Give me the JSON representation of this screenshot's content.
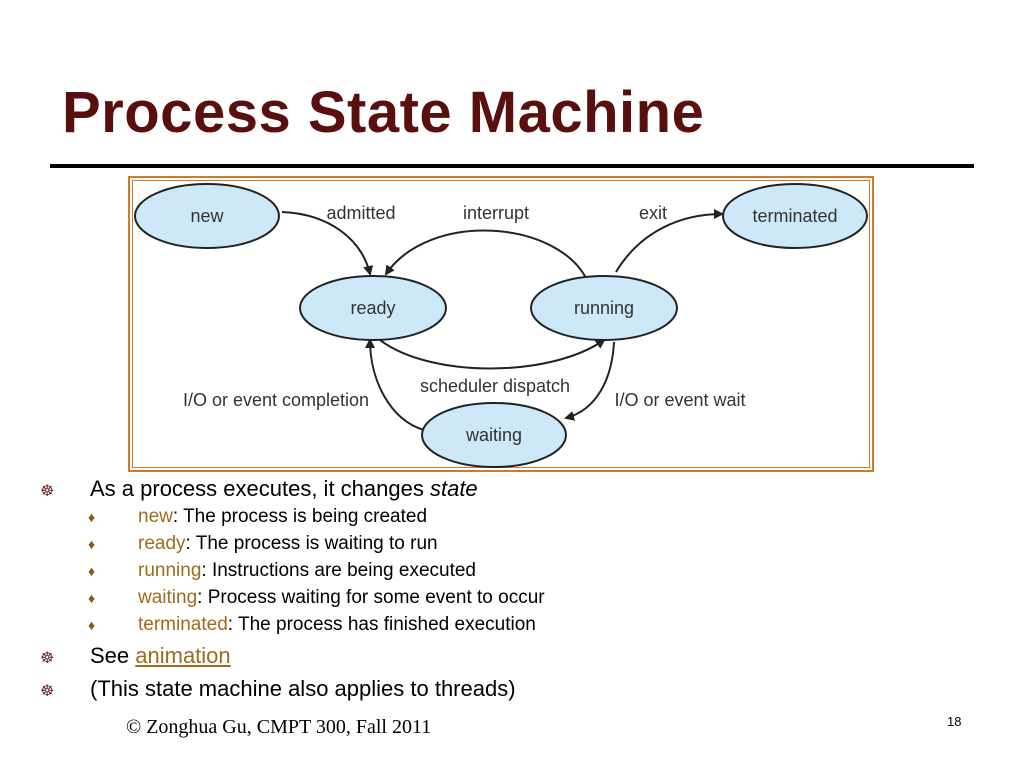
{
  "slide": {
    "title": "Process State Machine",
    "footer": "© Zonghua Gu, CMPT 300, Fall 2011",
    "page_number": "18"
  },
  "diagram": {
    "states": {
      "new": "new",
      "ready": "ready",
      "running": "running",
      "waiting": "waiting",
      "terminated": "terminated"
    },
    "transitions": {
      "admitted": "admitted",
      "interrupt": "interrupt",
      "exit": "exit",
      "scheduler_dispatch": "scheduler dispatch",
      "io_completion": "I/O or event completion",
      "io_wait": "I/O or event wait"
    },
    "colors": {
      "state_fill": "#cde8f8",
      "state_stroke": "#222222",
      "frame": "#d17a2a"
    }
  },
  "bullets": {
    "intro": "As a process executes, it changes ",
    "intro_em": "state",
    "items": [
      {
        "term": "new",
        "desc": ":  The process is being created"
      },
      {
        "term": "ready",
        "desc": ":  The process is waiting to run"
      },
      {
        "term": "running",
        "desc": ":  Instructions are being executed"
      },
      {
        "term": "waiting",
        "desc": ":  Process waiting for some event to occur"
      },
      {
        "term": "terminated",
        "desc": ":  The process has finished execution"
      }
    ],
    "see_prefix": "See ",
    "see_link": "animation",
    "threads_note": "(This state machine also applies to threads)"
  }
}
